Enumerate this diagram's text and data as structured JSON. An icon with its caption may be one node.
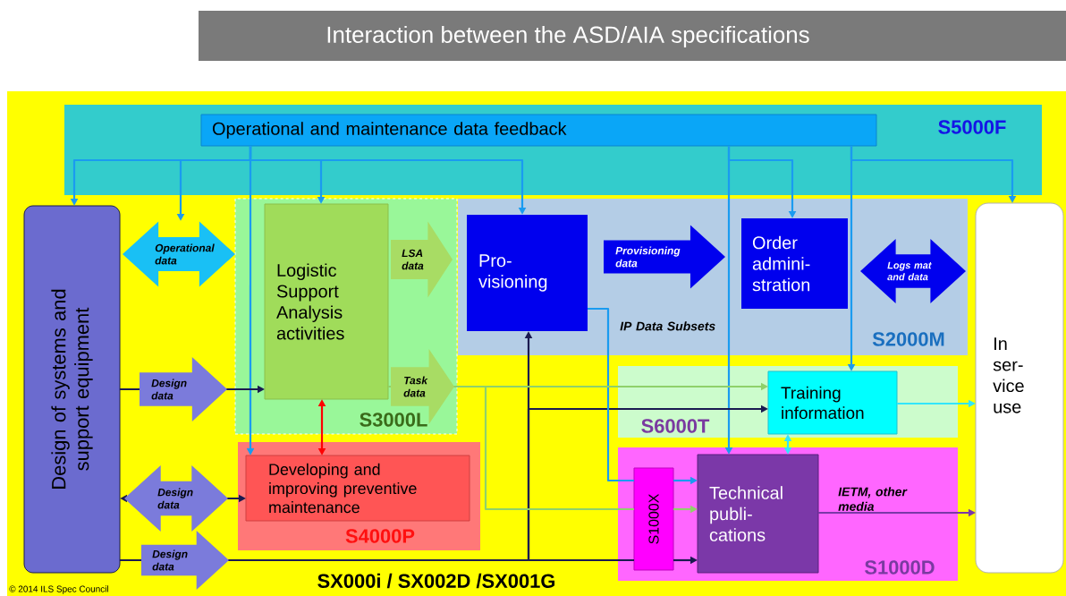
{
  "diagram": {
    "title": "Interaction between the ASD/AIA specifications",
    "nodes": [
      {
        "text": [
          "SX000i / SX002D /SX001G"
        ]
      },
      {
        "text": [
          "S5000F"
        ],
        "in": 0
      },
      {
        "text": [
          "Operational and maintenance data feedback"
        ],
        "in": 1
      },
      {
        "text": [
          "Design of systems and support equipment"
        ],
        "in": 0
      },
      {
        "text": [
          "S3000L"
        ],
        "in": 0
      },
      {
        "text": [
          "Logistic Support Analysis activities"
        ],
        "in": 4
      },
      {
        "text": [
          "S2000M"
        ],
        "in": 0
      },
      {
        "text": [
          "Pro- visioning"
        ],
        "in": 6
      },
      {
        "text": [
          "Order admini- stration"
        ],
        "in": 6
      },
      {
        "text": [
          "S6000T"
        ],
        "in": 0
      },
      {
        "text": [
          "Training information"
        ],
        "in": 9
      },
      {
        "text": [
          "S4000P"
        ],
        "in": 0
      },
      {
        "text": [
          "Developing and improving preventive maintenance"
        ],
        "in": 11
      },
      {
        "text": [
          "S1000D"
        ],
        "in": 0
      },
      {
        "text": [
          "S1000X"
        ],
        "in": 13
      },
      {
        "text": [
          "Technical publi- cations"
        ],
        "in": 13
      },
      {
        "text": [
          "In ser- vice use"
        ],
        "in": 0
      }
    ],
    "edges": [
      {
        "from": 2,
        "to": 3,
        "arrow": "to"
      },
      {
        "from": 2,
        "to": null,
        "arrow": "to"
      },
      {
        "from": 2,
        "to": 12,
        "arrow": "to"
      },
      {
        "from": 2,
        "to": 5,
        "arrow": "to"
      },
      {
        "from": 2,
        "to": 7,
        "arrow": "to"
      },
      {
        "from": 2,
        "to": 15,
        "arrow": "to"
      },
      {
        "from": 2,
        "to": 8,
        "arrow": "to"
      },
      {
        "from": 2,
        "to": 10,
        "arrow": "to"
      },
      {
        "from": 2,
        "to": 16,
        "arrow": "to"
      },
      {
        "from": 3,
        "to": 4,
        "arrow": "both",
        "style": "thick",
        "color": "#19c0f5",
        "label": "Operational data"
      },
      {
        "from": 3,
        "to": 5,
        "arrow": "to",
        "color": "#1a1a50",
        "label": "Design data"
      },
      {
        "from": 3,
        "to": 12,
        "arrow": "both",
        "color": "#1a1a50",
        "label": "Design data"
      },
      {
        "from": 3,
        "to": 7,
        "arrow": "to",
        "color": "#1a1a50"
      },
      {
        "from": 3,
        "to": 10,
        "arrow": "to",
        "color": "#1a1a50"
      },
      {
        "from": 3,
        "to": 14,
        "arrow": "none",
        "color": "#1a1a50",
        "label": "Design data"
      },
      {
        "from": 5,
        "to": 7,
        "arrow": "to",
        "style": "thick",
        "color": "#a8dc64",
        "label": "LSA data"
      },
      {
        "from": 5,
        "to": 10,
        "arrow": "to",
        "color": "#8fd16a",
        "label": "Task data"
      },
      {
        "from": 5,
        "to": 14,
        "arrow": "none",
        "color": "#8fd16a"
      },
      {
        "from": 7,
        "to": 14,
        "arrow": "none",
        "label": "IP Data Subsets"
      },
      {
        "from": 14,
        "to": 15,
        "arrow": "to"
      },
      {
        "from": 14,
        "to": 15,
        "arrow": "to",
        "color": "#8fd16a"
      },
      {
        "from": 14,
        "to": 15,
        "arrow": "to",
        "color": "#1a1a50"
      },
      {
        "from": 5,
        "to": 12,
        "arrow": "both",
        "color": "#ff0000"
      },
      {
        "from": 10,
        "to": 15,
        "arrow": "both",
        "color": "#33e6ff"
      },
      {
        "from": 10,
        "to": 16,
        "arrow": "to",
        "color": "#33e6ff"
      },
      {
        "from": 15,
        "to": 16,
        "arrow": "to",
        "color": "#7b38a8",
        "label": "IETM, other media"
      },
      {
        "from": 7,
        "to": 8,
        "arrow": "to",
        "style": "thick",
        "color": "#0000ee",
        "label": "Provisioning data"
      },
      {
        "from": 8,
        "to": 16,
        "arrow": "both",
        "style": "thick",
        "color": "#0000ee",
        "label": "Logs mat and data"
      }
    ],
    "labels": [
      "© 2014 ILS Spec Council"
    ]
  }
}
